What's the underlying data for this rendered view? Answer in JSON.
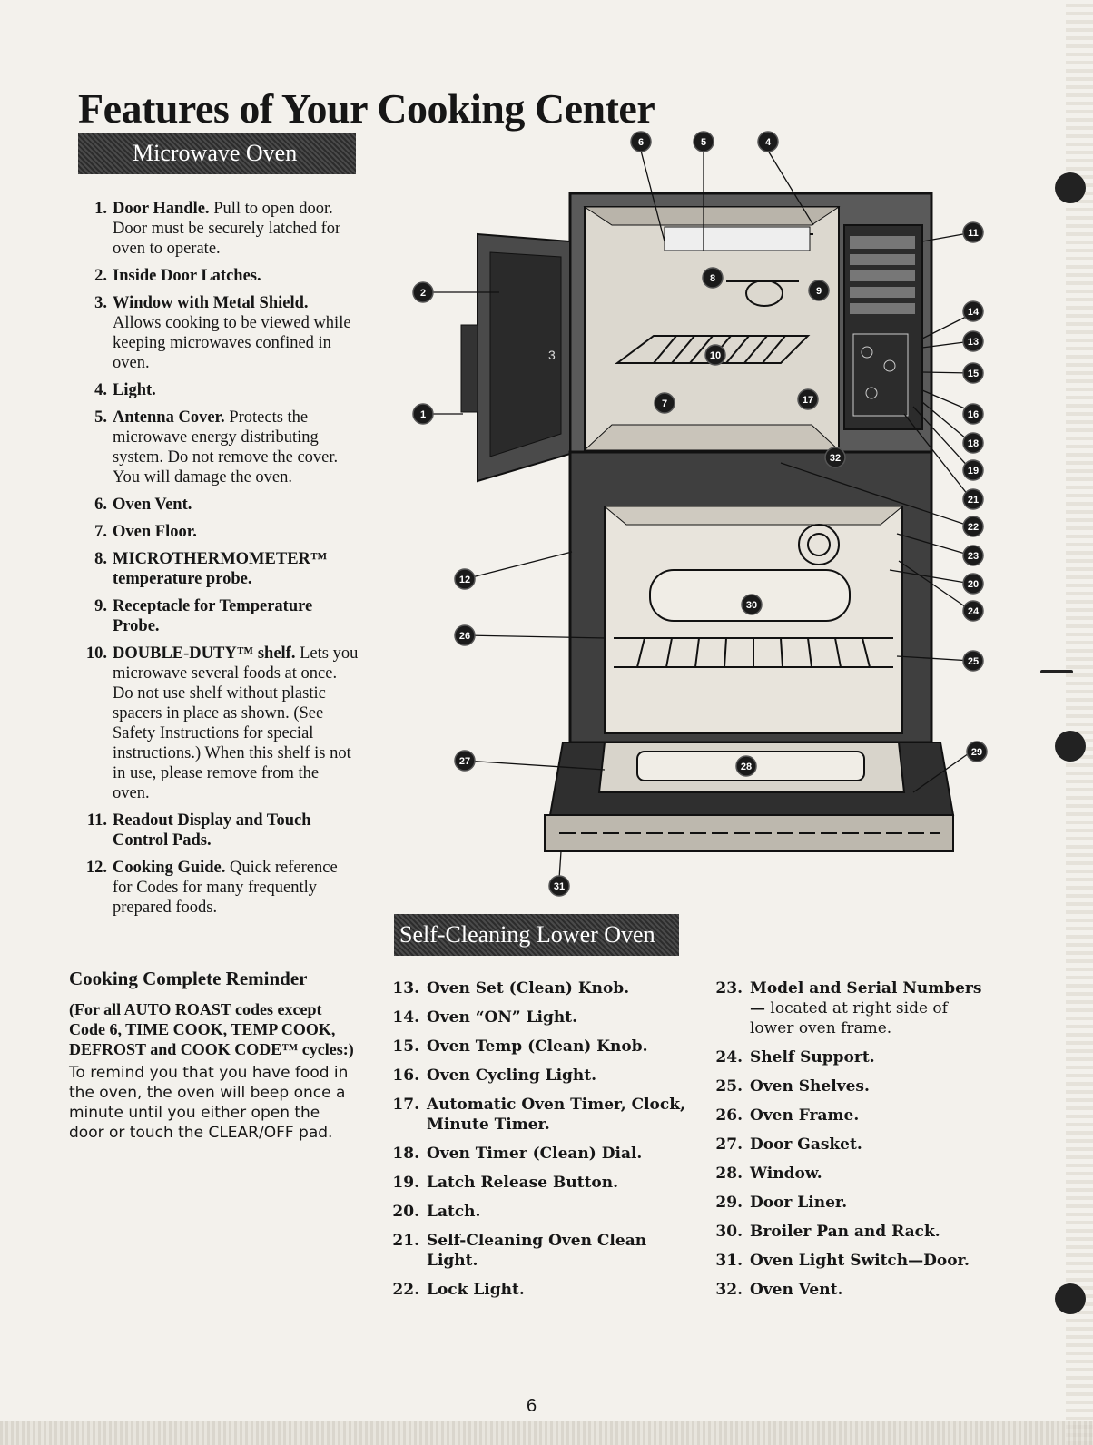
{
  "page_title": "Features of Your Cooking Center",
  "microwave_section": {
    "banner": "Microwave Oven",
    "items": [
      {
        "num": "1.",
        "head": "Door Handle.",
        "desc": " Pull to open door. Door must be securely latched for oven to operate."
      },
      {
        "num": "2.",
        "head": "Inside Door Latches.",
        "desc": ""
      },
      {
        "num": "3.",
        "head": "Window with Metal Shield.",
        "desc": " Allows cooking to be viewed while keeping microwaves confined in oven."
      },
      {
        "num": "4.",
        "head": "Light.",
        "desc": ""
      },
      {
        "num": "5.",
        "head": "Antenna Cover.",
        "desc": " Protects the microwave energy distributing system. Do not remove the cover. You will damage the oven."
      },
      {
        "num": "6.",
        "head": "Oven Vent.",
        "desc": ""
      },
      {
        "num": "7.",
        "head": "Oven Floor.",
        "desc": ""
      },
      {
        "num": "8.",
        "head": "MICROTHERMOMETER™ temperature probe.",
        "desc": ""
      },
      {
        "num": "9.",
        "head": "Receptacle for Temperature Probe.",
        "desc": ""
      },
      {
        "num": "10.",
        "head": "DOUBLE-DUTY™ shelf.",
        "desc": " Lets you microwave several foods at once. Do not use shelf without plastic spacers in place as shown. (See Safety Instructions for special instructions.) When this shelf is not in use, please remove from the oven."
      },
      {
        "num": "11.",
        "head": "Readout Display and Touch Control Pads.",
        "desc": ""
      },
      {
        "num": "12.",
        "head": "Cooking Guide.",
        "desc": " Quick reference for Codes for many frequently prepared foods."
      }
    ]
  },
  "reminder": {
    "heading": "Cooking Complete Reminder",
    "subheading": "(For all AUTO ROAST codes except Code 6, TIME COOK, TEMP COOK, DEFROST and COOK CODE™ cycles:)",
    "body": "To remind you that you have food in the oven, the oven will beep once a minute until you either open the door or touch the CLEAR/OFF pad."
  },
  "self_cleaning_section": {
    "banner": "Self-Cleaning Lower Oven",
    "items_col1": [
      {
        "num": "13.",
        "head": "Oven Set (Clean) Knob.",
        "desc": ""
      },
      {
        "num": "14.",
        "head": "Oven “ON” Light.",
        "desc": ""
      },
      {
        "num": "15.",
        "head": "Oven Temp (Clean) Knob.",
        "desc": ""
      },
      {
        "num": "16.",
        "head": "Oven Cycling Light.",
        "desc": ""
      },
      {
        "num": "17.",
        "head": "Automatic Oven Timer, Clock, Minute Timer.",
        "desc": ""
      },
      {
        "num": "18.",
        "head": "Oven Timer (Clean) Dial.",
        "desc": ""
      },
      {
        "num": "19.",
        "head": "Latch Release Button.",
        "desc": ""
      },
      {
        "num": "20.",
        "head": "Latch.",
        "desc": ""
      },
      {
        "num": "21.",
        "head": "Self-Cleaning Oven Clean Light.",
        "desc": ""
      },
      {
        "num": "22.",
        "head": "Lock Light.",
        "desc": ""
      }
    ],
    "items_col2": [
      {
        "num": "23.",
        "head": "Model and Serial Numbers—",
        "desc": " located at right side of lower oven frame."
      },
      {
        "num": "24.",
        "head": "Shelf Support.",
        "desc": ""
      },
      {
        "num": "25.",
        "head": "Oven Shelves.",
        "desc": ""
      },
      {
        "num": "26.",
        "head": "Oven Frame.",
        "desc": ""
      },
      {
        "num": "27.",
        "head": "Door Gasket.",
        "desc": ""
      },
      {
        "num": "28.",
        "head": "Window.",
        "desc": ""
      },
      {
        "num": "29.",
        "head": "Door Liner.",
        "desc": ""
      },
      {
        "num": "30.",
        "head": "Broiler Pan and Rack.",
        "desc": ""
      },
      {
        "num": "31.",
        "head": "Oven Light Switch—Door.",
        "desc": ""
      },
      {
        "num": "32.",
        "head": "Oven Vent.",
        "desc": ""
      }
    ]
  },
  "diagram": {
    "callouts": [
      "6",
      "5",
      "4",
      "11",
      "2",
      "8",
      "9",
      "14",
      "13",
      "15",
      "1",
      "10",
      "7",
      "17",
      "16",
      "18",
      "19",
      "32",
      "21",
      "22",
      "23",
      "12",
      "20",
      "24",
      "26",
      "30",
      "25",
      "27",
      "28",
      "29",
      "31"
    ],
    "window_label": "3"
  },
  "page_number": "6"
}
